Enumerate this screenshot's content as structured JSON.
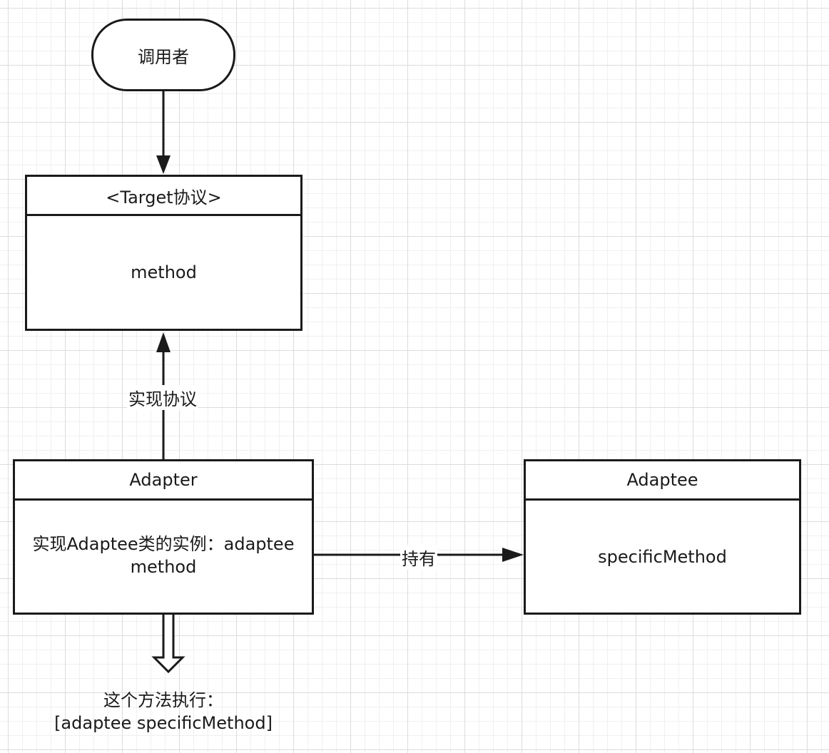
{
  "caller": {
    "label": "调用者"
  },
  "target": {
    "header": "<Target协议>",
    "method": "method"
  },
  "adapter": {
    "header": "Adapter",
    "line1": "实现Adaptee类的实例：adaptee",
    "line2": "method"
  },
  "adaptee": {
    "header": "Adaptee",
    "method": "specificMethod"
  },
  "edges": {
    "implements_label": "实现协议",
    "holds_label": "持有"
  },
  "execution_note": {
    "line1": "这个方法执行：",
    "line2": "[adaptee specificMethod]"
  }
}
